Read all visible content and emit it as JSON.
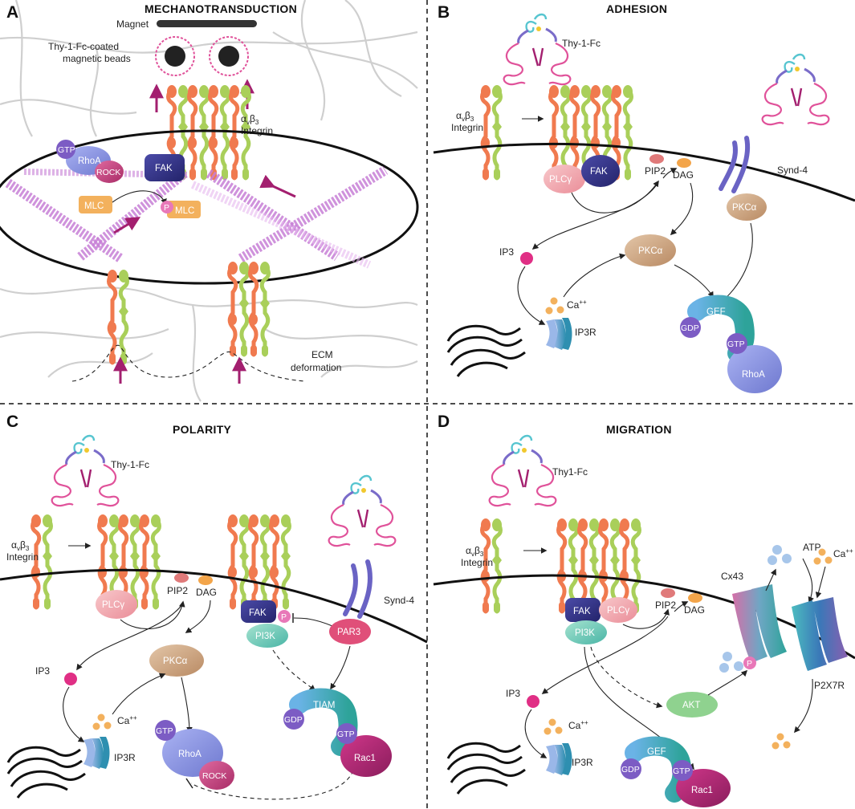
{
  "panels": {
    "a": {
      "letter": "A",
      "title": "MECHANOTRANSDUCTION",
      "magnet": "Magnet",
      "beads_line1": "Thy-1-Fc-coated",
      "beads_line2": "magnetic beads",
      "integrin_alpha": "α",
      "integrin_v": "v",
      "integrin_beta": "β",
      "integrin_3": "3",
      "integrin_word": "Integrin",
      "gtp": "GTP",
      "rhoa": "RhoA",
      "rock": "ROCK",
      "fak": "FAK",
      "mlc": "MLC",
      "p": "P",
      "pmlc": "MLC",
      "ecm_line1": "ECM",
      "ecm_line2": "deformation"
    },
    "b": {
      "letter": "B",
      "title": "ADHESION",
      "thy1": "Thy-1-Fc",
      "integrin_alpha": "α",
      "integrin_v": "v",
      "integrin_beta": "β",
      "integrin_3": "3",
      "integrin_word": "Integrin",
      "plcg": "PLCγ",
      "fak": "FAK",
      "pip2": "PIP2",
      "dag": "DAG",
      "synd4": "Synd-4",
      "pkca_membrane": "PKCα",
      "pkca": "PKCα",
      "ip3": "IP3",
      "ca": "Ca",
      "ca_sup": "++",
      "ip3r": "IP3R",
      "gef": "GEF",
      "gdp": "GDP",
      "gtp": "GTP",
      "rhoa": "RhoA"
    },
    "c": {
      "letter": "C",
      "title": "POLARITY",
      "thy1": "Thy-1-Fc",
      "integrin_alpha": "α",
      "integrin_v": "v",
      "integrin_beta": "β",
      "integrin_3": "3",
      "integrin_word": "Integrin",
      "plcg": "PLCγ",
      "pip2": "PIP2",
      "dag": "DAG",
      "fak": "FAK",
      "p": "P",
      "pi3k": "PI3K",
      "synd4": "Synd-4",
      "par3": "PAR3",
      "pkca": "PKCα",
      "ip3": "IP3",
      "ca": "Ca",
      "ca_sup": "++",
      "ip3r": "IP3R",
      "gtp_rhoa": "GTP",
      "rhoa": "RhoA",
      "rock": "ROCK",
      "tiam": "TIAM",
      "gdp": "GDP",
      "gtp_rac": "GTP",
      "rac1": "Rac1"
    },
    "d": {
      "letter": "D",
      "title": "MIGRATION",
      "thy1": "Thy1-Fc",
      "integrin_alpha": "α",
      "integrin_v": "v",
      "integrin_beta": "β",
      "integrin_3": "3",
      "integrin_word": "Integrin",
      "fak": "FAK",
      "plcg": "PLCγ",
      "pi3k": "PI3K",
      "pip2": "PIP2",
      "dag": "DAG",
      "cx43": "Cx43",
      "atp": "ATP",
      "ca_top": "Ca",
      "ca_top_sup": "++",
      "p": "P",
      "p2x7r": "P2X7R",
      "ip3": "IP3",
      "ca": "Ca",
      "ca_sup": "++",
      "ip3r": "IP3R",
      "akt": "AKT",
      "gef": "GEF",
      "gdp": "GDP",
      "gtp": "GTP",
      "rac1": "Rac1"
    }
  },
  "colors": {
    "integrin_alpha": "#f07a4f",
    "integrin_beta": "#a9cf5a",
    "thy1": "#e0529a",
    "fak": "#3a3a8c",
    "plcg": "#f3aeb5",
    "pkca": "#c9a27f",
    "rhoa": "#8c95e0",
    "rock": "#c0407a",
    "gtp": "#7c5cc4",
    "mlc": "#f3b15d",
    "teal": "#3aa6a8",
    "rac1": "#b0246a",
    "par3": "#e04f79",
    "akt": "#8fd28f",
    "dag": "#f3a54a",
    "ca": "#f3b15d",
    "ip3": "#e02f85",
    "atp": "#a7c6ea",
    "membrane": "#111111",
    "ecm": "#cfcfcf"
  }
}
